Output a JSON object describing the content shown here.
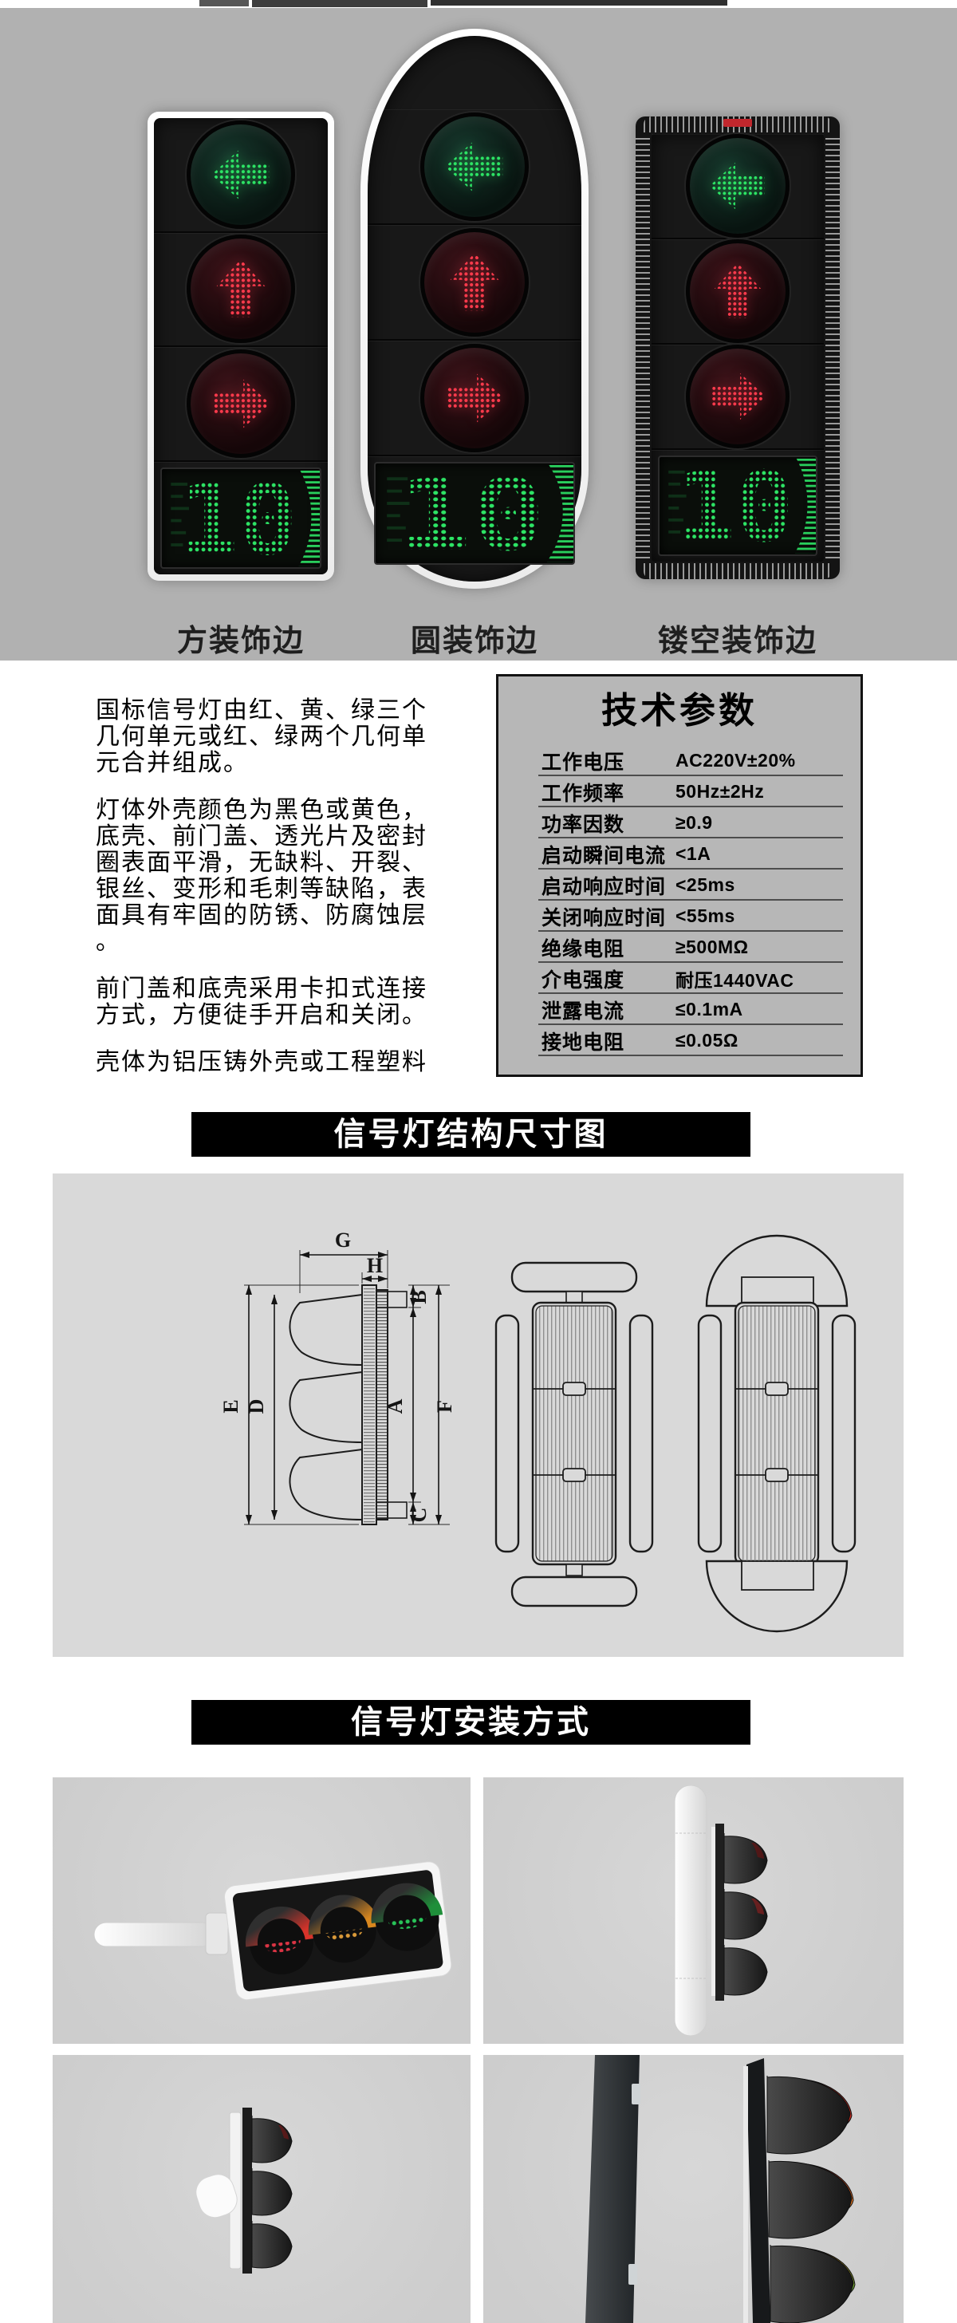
{
  "hero": {
    "lights": [
      {
        "label": "方装饰边",
        "style": "square-frame"
      },
      {
        "label": "圆装饰边",
        "style": "round-frame"
      },
      {
        "label": "镂空装饰边",
        "style": "hollow-frame"
      }
    ],
    "countdown": "10",
    "colors": {
      "led_green": "#2de465",
      "led_red": "#ff3b4d",
      "hero_bg": "#b1b1b1"
    }
  },
  "intro": {
    "paragraphs": [
      "国标信号灯由红、黄、绿三个\n几何单元或红、绿两个几何单\n元合并组成。",
      "灯体外壳颜色为黑色或黄色，\n底壳、前门盖、透光片及密封\n圈表面平滑，无缺料、开裂、\n银丝、变形和毛刺等缺陷，表\n面具有牢固的防锈、防腐蚀层\n。",
      "前门盖和底壳采用卡扣式连接\n方式，方便徒手开启和关闭。",
      "壳体为铝压铸外壳或工程塑料"
    ]
  },
  "specs": {
    "title": "技术参数",
    "rows": [
      {
        "label": "工作电压",
        "value": "AC220V±20%"
      },
      {
        "label": "工作频率",
        "value": "50Hz±2Hz"
      },
      {
        "label": "功率因数",
        "value": "≥0.9"
      },
      {
        "label": "启动瞬间电流",
        "value": "<1A"
      },
      {
        "label": "启动响应时间",
        "value": "<25ms"
      },
      {
        "label": "关闭响应时间",
        "value": "<55ms"
      },
      {
        "label": "绝缘电阻",
        "value": "≥500MΩ"
      },
      {
        "label": "介电强度",
        "value": "耐压1440VAC"
      },
      {
        "label": "泄露电流",
        "value": "≤0.1mA"
      },
      {
        "label": "接地电阻",
        "value": "≤0.05Ω"
      }
    ]
  },
  "banners": {
    "structure": "信号灯结构尺寸图",
    "installation": "信号灯安装方式"
  },
  "dims": {
    "A": "A",
    "B": "B",
    "C": "C",
    "D": "D",
    "E": "E",
    "F": "F",
    "G": "G",
    "H": "H"
  },
  "colors": {
    "banner_bg": "#000000",
    "banner_text": "#ffffff",
    "drawing_bg": "#d9d9d9",
    "photo_bg": "#d4d4d4",
    "spec_panel": "#b7b7b7"
  }
}
